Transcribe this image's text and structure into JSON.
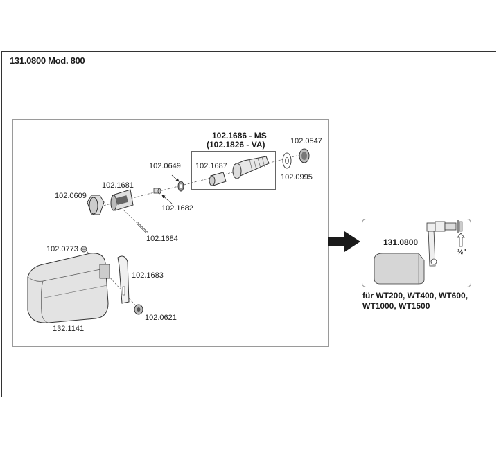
{
  "title": "131.0800 Mod. 800",
  "exploded_view": {
    "assembly_label_line1": "102.1686 - MS",
    "assembly_label_line2": "(102.1826 - VA)",
    "parts": [
      {
        "id": "102.0547",
        "name": "nut"
      },
      {
        "id": "102.0995",
        "name": "washer"
      },
      {
        "id": "102.1687",
        "name": "valve-insert"
      },
      {
        "id": "102.0649",
        "name": "seal-ring"
      },
      {
        "id": "102.1682",
        "name": "piston"
      },
      {
        "id": "102.1681",
        "name": "valve-housing"
      },
      {
        "id": "102.0609",
        "name": "cap-nut"
      },
      {
        "id": "102.1684",
        "name": "pin"
      },
      {
        "id": "102.0773",
        "name": "screw"
      },
      {
        "id": "102.1683",
        "name": "float-arm"
      },
      {
        "id": "102.0621",
        "name": "roller"
      },
      {
        "id": "132.1141",
        "name": "float"
      }
    ]
  },
  "assembled_view": {
    "part_number": "131.0800",
    "thread_size": "½\"",
    "compatibility_line1": "für WT200, WT400, WT600,",
    "compatibility_line2": "WT1000, WT1500"
  },
  "colors": {
    "frame": "#333333",
    "part_fill": "#d9d9d9",
    "arrow": "#1a1a1a"
  }
}
